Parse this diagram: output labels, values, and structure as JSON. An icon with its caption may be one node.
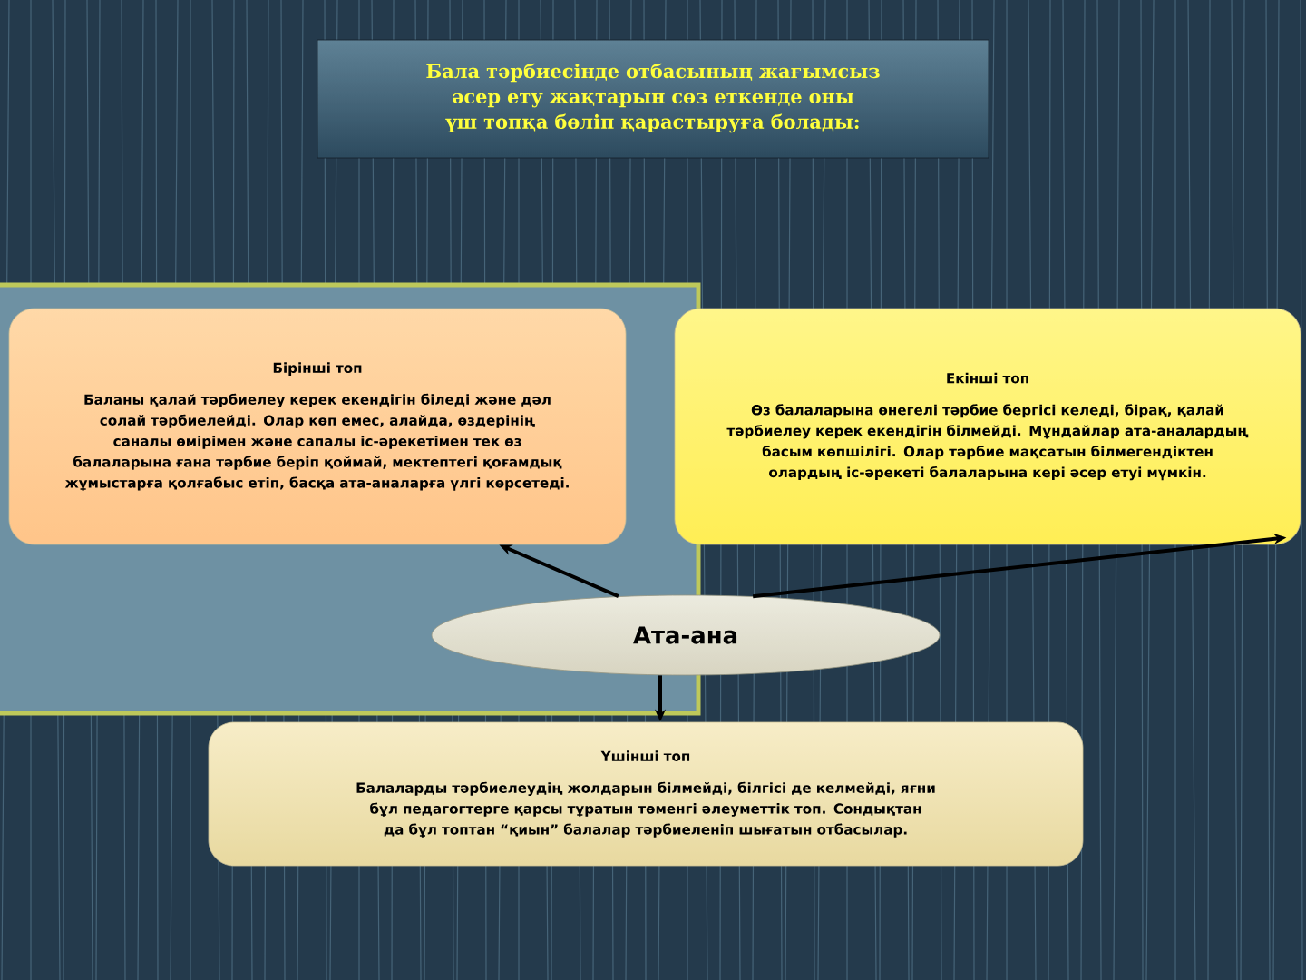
{
  "diagram": {
    "title": "Бала тәрбиесінде отбасының жағымсыз әсер ету жақтарын сөз еткенде оны үш топқа бөліп қарастыруға болады:",
    "nodes": [
      {
        "text": [
          "Бірінші топ",
          "Баланы қалай тәрбиелеу керек екендігін біледі және дәл солай тәрбиелейді. Олар көп емес, алайда, өздерінің саналы өмірімен және сапалы іс-әрекетімен тек өз балаларына ғана тәрбие беріп қоймай, мектептегі қоғамдық жұмыстарға қолғабыс етіп, басқа ата-аналарға үлгі көрсетеді."
        ]
      },
      {
        "text": [
          "Екінші топ",
          "Өз балаларына өнегелі тәрбие бергісі келеді, бірақ, қалай тәрбиелеу керек екендігін білмейді. Мұндайлар ата-аналардың басым көпшілігі. Олар тәрбие мақсатын білмегендіктен олардың іс-әрекеті балаларына кері әсер етуі мүмкін."
        ]
      },
      {
        "text": [
          "Ата-ана"
        ]
      },
      {
        "text": [
          "Үшінші топ",
          "Балаларды тәрбиелеудің жолдарын білмейді, білгісі де келмейді, яғни бұл педагогтерге қарсы тұратын төменгі әлеуметтік топ. Сондықтан да бұл топтан “қиын” балалар тәрбиеленіп шығатын отбасылар."
        ]
      }
    ],
    "edges": [
      {
        "from": 2,
        "to": 0,
        "arrow": "to"
      },
      {
        "from": 2,
        "to": 1,
        "arrow": "to"
      },
      {
        "from": 2,
        "to": 3,
        "arrow": "to"
      }
    ]
  }
}
